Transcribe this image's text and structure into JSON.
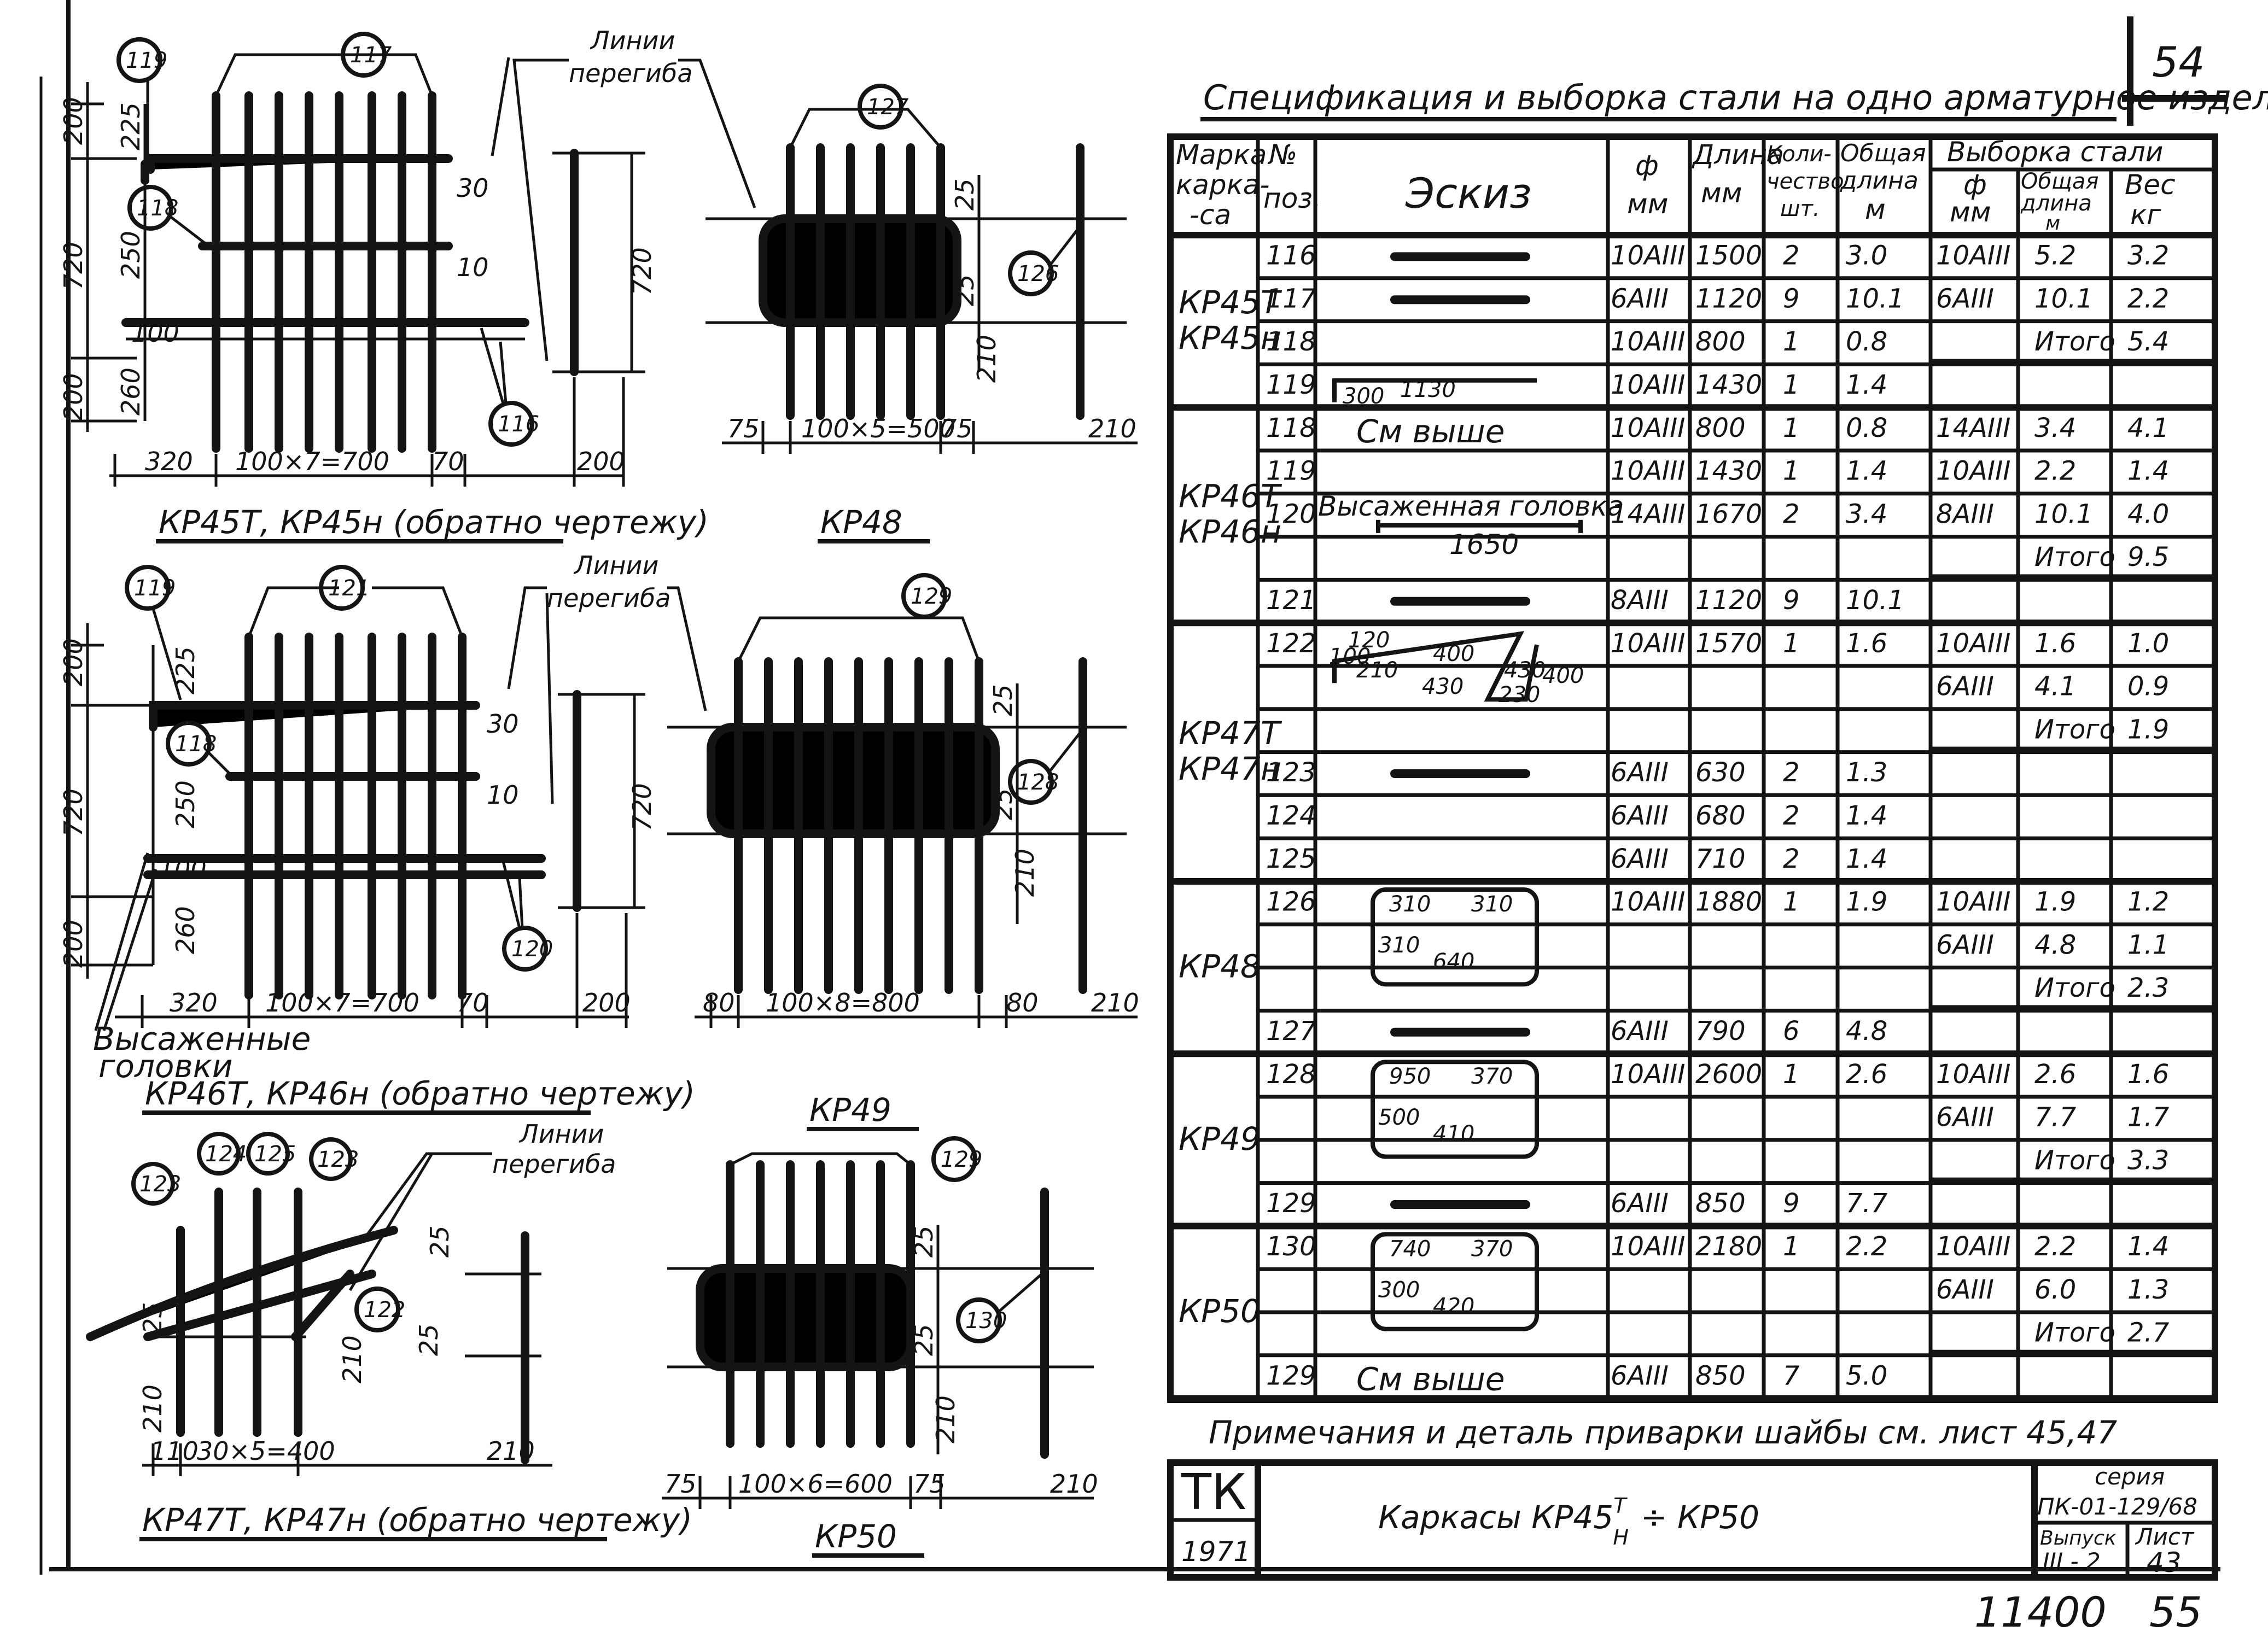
{
  "sheet": {
    "page_number": "54",
    "title": "Спецификация и выборка стали на одно арматурное изделие",
    "note": "Примечания и деталь приварки шайбы см. лист 45,47",
    "stamp": {
      "org": "ТК",
      "year": "1971",
      "name": "Каркасы  КР45",
      "name_sup": "Т",
      "name_sub": "Н",
      "name_tail": "÷ КР50",
      "series_label": "серия",
      "series": "ПК-01-129/68",
      "issue_label": "Выпуск",
      "issue": "III - 2",
      "list_label": "Лист",
      "list": "43"
    },
    "archive_numbers": [
      "11400",
      "55"
    ]
  },
  "drawings": {
    "kp45": {
      "caption": "КР45Т, КР45н (обратно чертежу)",
      "bend_label": [
        "Линии",
        "перегиба"
      ],
      "callouts": [
        "119",
        "117",
        "118",
        "116"
      ],
      "dims_v": [
        "200",
        "225",
        "720",
        "250",
        "100",
        "260",
        "200",
        "30",
        "10"
      ],
      "dims_h": [
        "320",
        "100×7=700",
        "70",
        "200"
      ],
      "side_dim": "720"
    },
    "kp48": {
      "caption": "КР48",
      "callouts": [
        "127",
        "126"
      ],
      "dims_h": [
        "75",
        "100×5=500",
        "75",
        "210"
      ],
      "dims_v": [
        "25",
        "25",
        "210"
      ]
    },
    "kp46": {
      "caption": "КР46Т, КР46н (обратно чертежу)",
      "bend_label": [
        "Линии",
        "перегиба"
      ],
      "callouts": [
        "119",
        "121",
        "118",
        "120"
      ],
      "dims_v": [
        "200",
        "225",
        "720",
        "250",
        "100",
        "260",
        "200",
        "30",
        "10"
      ],
      "dims_h": [
        "320",
        "100×7=700",
        "70",
        "200"
      ],
      "heads_label": [
        "Высаженные",
        "головки"
      ],
      "side_dim": "720"
    },
    "kp49": {
      "caption": "КР49",
      "callouts": [
        "129",
        "128"
      ],
      "dims_h": [
        "80",
        "100×8=800",
        "80",
        "210"
      ],
      "dims_v": [
        "25",
        "25",
        "210"
      ]
    },
    "kp47": {
      "caption": "КР47Т, КР47н (обратно чертежу)",
      "bend_label": [
        "Линии",
        "перегиба"
      ],
      "callouts": [
        "123",
        "124",
        "125",
        "123",
        "122"
      ],
      "dims_v": [
        "25",
        "210",
        "25",
        "210",
        "25"
      ],
      "dims_h": [
        "110",
        "30×5=400",
        "210"
      ]
    },
    "kp50": {
      "caption": "КР50",
      "callouts": [
        "129",
        "130"
      ],
      "dims_h": [
        "75",
        "100×6=600",
        "75",
        "210"
      ],
      "dims_v": [
        "25",
        "25",
        "210"
      ]
    }
  },
  "table": {
    "headers": {
      "mark": [
        "Марка",
        "карка-",
        "-са"
      ],
      "pos": [
        "№",
        "поз."
      ],
      "sketch": "Эскиз",
      "dia": [
        "ф",
        "мм"
      ],
      "len": [
        "Длина",
        "мм"
      ],
      "qty": [
        "Коли-",
        "чество",
        "шт."
      ],
      "total": [
        "Общая",
        "длина",
        "м"
      ],
      "sel": "Выборка стали",
      "sel_dia": [
        "ф",
        "мм"
      ],
      "sel_len": [
        "Общая",
        "длина",
        "м"
      ],
      "sel_wt": [
        "Вес",
        "кг"
      ]
    },
    "groups": [
      {
        "marks": [
          "КР45Т",
          "КР45н"
        ],
        "rows": [
          {
            "pos": "116",
            "sketch": "line",
            "dia": "10АIII",
            "len": "1500",
            "qty": "2",
            "total": "3.0",
            "sdia": "10АIII",
            "slen": "5.2",
            "swt": "3.2"
          },
          {
            "pos": "117",
            "sketch": "line",
            "dia": "6АIII",
            "len": "1120",
            "qty": "9",
            "total": "10.1",
            "sdia": "6АIII",
            "slen": "10.1",
            "swt": "2.2"
          },
          {
            "pos": "118",
            "sketch": "",
            "dia": "10АIII",
            "len": "800",
            "qty": "1",
            "total": "0.8",
            "sdia": "",
            "slen": "Итого",
            "swt": "5.4"
          },
          {
            "pos": "119",
            "sketch": "hook",
            "sk_a": "300",
            "sk_b": "1130",
            "dia": "10АIII",
            "len": "1430",
            "qty": "1",
            "total": "1.4",
            "sdia": "",
            "slen": "",
            "swt": ""
          }
        ]
      },
      {
        "marks": [
          "КР46Т",
          "КР46н"
        ],
        "rows": [
          {
            "pos": "118",
            "sketch": "Cм выше",
            "dia": "10АIII",
            "len": "800",
            "qty": "1",
            "total": "0.8",
            "sdia": "14АIII",
            "slen": "3.4",
            "swt": "4.1"
          },
          {
            "pos": "119",
            "sketch": "",
            "dia": "10АIII",
            "len": "1430",
            "qty": "1",
            "total": "1.4",
            "sdia": "10АIII",
            "slen": "2.2",
            "swt": "1.4"
          },
          {
            "pos": "120",
            "sketch": "head",
            "sk_label": "Высаженная головка",
            "sk_dim": "1650",
            "dia": "14АIII",
            "len": "1670",
            "qty": "2",
            "total": "3.4",
            "sdia": "8АIII",
            "slen": "10.1",
            "swt": "4.0"
          },
          {
            "pos": "",
            "sketch": "",
            "dia": "",
            "len": "",
            "qty": "",
            "total": "",
            "sdia": "",
            "slen": "Итого",
            "swt": "9.5"
          },
          {
            "pos": "121",
            "sketch": "line",
            "dia": "8АIII",
            "len": "1120",
            "qty": "9",
            "total": "10.1",
            "sdia": "",
            "slen": "",
            "swt": ""
          }
        ]
      },
      {
        "marks": [
          "КР47Т",
          "КР47н"
        ],
        "rows": [
          {
            "pos": "122",
            "sketch": "bent",
            "sk_dims": [
              "100",
              "120",
              "210",
              "400",
              "430",
              "430",
              "230",
              "400"
            ],
            "dia": "10АIII",
            "len": "1570",
            "qty": "1",
            "total": "1.6",
            "sdia": "10АIII",
            "slen": "1.6",
            "swt": "1.0"
          },
          {
            "pos": "",
            "sketch": "",
            "dia": "",
            "len": "",
            "qty": "",
            "total": "",
            "sdia": "6АIII",
            "slen": "4.1",
            "swt": "0.9"
          },
          {
            "pos": "",
            "sketch": "",
            "dia": "",
            "len": "",
            "qty": "",
            "total": "",
            "sdia": "",
            "slen": "Итого",
            "swt": "1.9"
          },
          {
            "pos": "123",
            "sketch": "line",
            "dia": "6АIII",
            "len": "630",
            "qty": "2",
            "total": "1.3",
            "sdia": "",
            "slen": "",
            "swt": ""
          },
          {
            "pos": "124",
            "sketch": "",
            "dia": "6АIII",
            "len": "680",
            "qty": "2",
            "total": "1.4",
            "sdia": "",
            "slen": "",
            "swt": ""
          },
          {
            "pos": "125",
            "sketch": "",
            "dia": "6АIII",
            "len": "710",
            "qty": "2",
            "total": "1.4",
            "sdia": "",
            "slen": "",
            "swt": ""
          }
        ]
      },
      {
        "marks": [
          "КР48"
        ],
        "rows": [
          {
            "pos": "126",
            "sketch": "loop",
            "sk_dims": [
              "310",
              "310",
              "310",
              "640"
            ],
            "dia": "10АIII",
            "len": "1880",
            "qty": "1",
            "total": "1.9",
            "sdia": "10АIII",
            "slen": "1.9",
            "swt": "1.2"
          },
          {
            "pos": "",
            "sketch": "",
            "dia": "",
            "len": "",
            "qty": "",
            "total": "",
            "sdia": "6АIII",
            "slen": "4.8",
            "swt": "1.1"
          },
          {
            "pos": "",
            "sketch": "",
            "dia": "",
            "len": "",
            "qty": "",
            "total": "",
            "sdia": "",
            "slen": "Итого",
            "swt": "2.3"
          },
          {
            "pos": "127",
            "sketch": "line",
            "dia": "6АIII",
            "len": "790",
            "qty": "6",
            "total": "4.8",
            "sdia": "",
            "slen": "",
            "swt": ""
          }
        ]
      },
      {
        "marks": [
          "КР49"
        ],
        "rows": [
          {
            "pos": "128",
            "sketch": "loop",
            "sk_dims": [
              "950",
              "370",
              "500",
              "410"
            ],
            "dia": "10АIII",
            "len": "2600",
            "qty": "1",
            "total": "2.6",
            "sdia": "10АIII",
            "slen": "2.6",
            "swt": "1.6"
          },
          {
            "pos": "",
            "sketch": "",
            "dia": "",
            "len": "",
            "qty": "",
            "total": "",
            "sdia": "6АIII",
            "slen": "7.7",
            "swt": "1.7"
          },
          {
            "pos": "",
            "sketch": "",
            "dia": "",
            "len": "",
            "qty": "",
            "total": "",
            "sdia": "",
            "slen": "Итого",
            "swt": "3.3"
          },
          {
            "pos": "129",
            "sketch": "line",
            "dia": "6АIII",
            "len": "850",
            "qty": "9",
            "total": "7.7",
            "sdia": "",
            "slen": "",
            "swt": ""
          }
        ]
      },
      {
        "marks": [
          "КР50"
        ],
        "rows": [
          {
            "pos": "130",
            "sketch": "loop",
            "sk_dims": [
              "740",
              "370",
              "300",
              "420"
            ],
            "dia": "10АIII",
            "len": "2180",
            "qty": "1",
            "total": "2.2",
            "sdia": "10АIII",
            "slen": "2.2",
            "swt": "1.4"
          },
          {
            "pos": "",
            "sketch": "",
            "dia": "",
            "len": "",
            "qty": "",
            "total": "",
            "sdia": "6АIII",
            "slen": "6.0",
            "swt": "1.3"
          },
          {
            "pos": "",
            "sketch": "",
            "dia": "",
            "len": "",
            "qty": "",
            "total": "",
            "sdia": "",
            "slen": "Итого",
            "swt": "2.7"
          },
          {
            "pos": "129",
            "sketch": "Cм выше",
            "dia": "6АIII",
            "len": "850",
            "qty": "7",
            "total": "5.0",
            "sdia": "",
            "slen": "",
            "swt": ""
          }
        ]
      }
    ]
  }
}
